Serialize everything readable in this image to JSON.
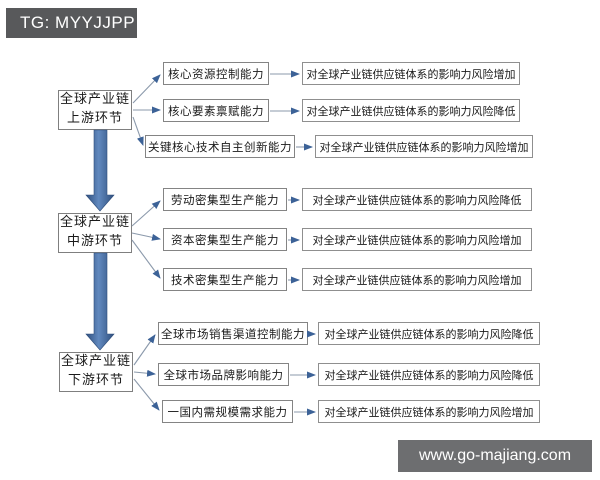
{
  "badge": {
    "label": "TG: MYYJJPP"
  },
  "watermark": {
    "label": "www.go-majiang.com"
  },
  "colors": {
    "accent_arrow_blue": "#4472a8",
    "arrowhead_blue": "#3c6297",
    "connector_gray": "#8b99ab",
    "box_border_gray": "#848484",
    "badge_bg": "#58595b",
    "watermark_bg": "#6d6e70",
    "background": "#ffffff",
    "text": "#1a1a1a"
  },
  "diagram": {
    "stages": [
      {
        "label_line1": "全球产业链",
        "label_line2": "上游环节",
        "rows": [
          {
            "capability": "核心资源控制能力",
            "impact": "对全球产业链供应链体系的影响力风险增加"
          },
          {
            "capability": "核心要素禀赋能力",
            "impact": "对全球产业链供应链体系的影响力风险降低"
          },
          {
            "capability": "关键核心技术自主创新能力",
            "impact": "对全球产业链供应链体系的影响力风险增加"
          }
        ]
      },
      {
        "label_line1": "全球产业链",
        "label_line2": "中游环节",
        "rows": [
          {
            "capability": "劳动密集型生产能力",
            "impact": "对全球产业链供应链体系的影响力风险降低"
          },
          {
            "capability": "资本密集型生产能力",
            "impact": "对全球产业链供应链体系的影响力风险增加"
          },
          {
            "capability": "技术密集型生产能力",
            "impact": "对全球产业链供应链体系的影响力风险增加"
          }
        ]
      },
      {
        "label_line1": "全球产业链",
        "label_line2": "下游环节",
        "rows": [
          {
            "capability": "全球市场销售渠道控制能力",
            "impact": "对全球产业链供应链体系的影响力风险降低"
          },
          {
            "capability": "全球市场品牌影响能力",
            "impact": "对全球产业链供应链体系的影响力风险降低"
          },
          {
            "capability": "一国内需规模需求能力",
            "impact": "对全球产业链供应链体系的影响力风险增加"
          }
        ]
      }
    ]
  }
}
